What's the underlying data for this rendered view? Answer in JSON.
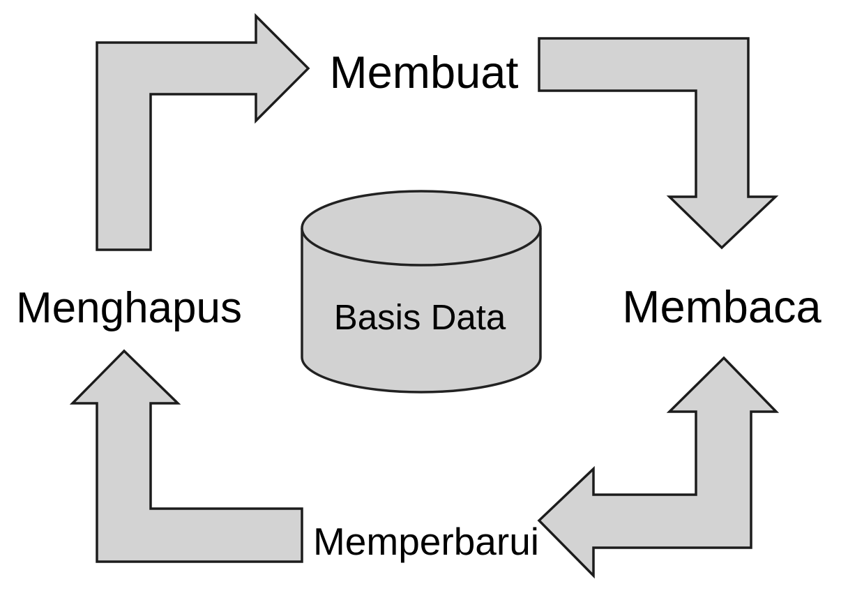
{
  "diagram": {
    "type": "cycle-diagram",
    "language": "Indonesian",
    "topic": "CRUD operations around a database",
    "center": {
      "label": "Basis Data",
      "shape": "database-cylinder"
    },
    "nodes": [
      {
        "id": "create",
        "label": "Membuat",
        "position": "top"
      },
      {
        "id": "read",
        "label": "Membaca",
        "position": "right"
      },
      {
        "id": "update",
        "label": "Memperbarui",
        "position": "bottom"
      },
      {
        "id": "delete",
        "label": "Menghapus",
        "position": "left"
      }
    ],
    "arrows": [
      {
        "from": "delete",
        "to": "create",
        "shape": "elbow-up-then-right",
        "heads": [
          "right"
        ]
      },
      {
        "from": "create",
        "to": "read",
        "shape": "elbow-right-then-down",
        "heads": [
          "down"
        ]
      },
      {
        "from": "read",
        "to": "update",
        "shape": "elbow-down-then-left",
        "heads": [
          "up",
          "left"
        ],
        "double_headed": true
      },
      {
        "from": "update",
        "to": "delete",
        "shape": "elbow-left-then-up",
        "heads": [
          "up"
        ]
      }
    ],
    "colors": {
      "background": "#ffffff",
      "arrow_fill": "#d3d3d3",
      "arrow_stroke": "#1c1c1c",
      "cylinder_fill": "#d2d2d2",
      "cylinder_stroke": "#222222",
      "text": "#000000"
    }
  }
}
